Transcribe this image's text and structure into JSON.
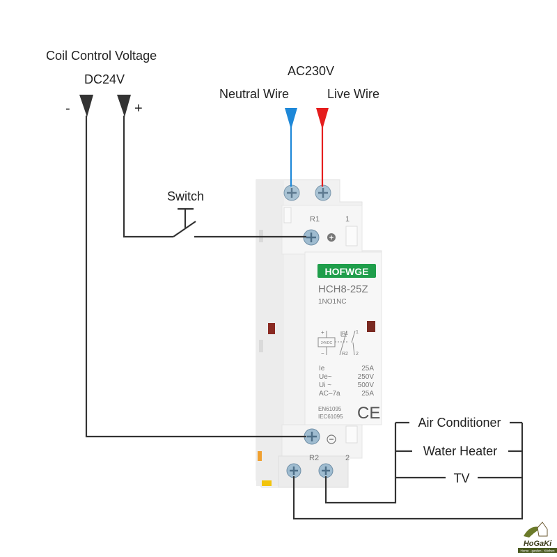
{
  "coil": {
    "title": "Coil Control Voltage",
    "voltage": "DC24V",
    "minus": "-",
    "plus": "+"
  },
  "mains": {
    "voltage": "AC230V",
    "neutral": "Neutral Wire",
    "live": "Live Wire",
    "neutral_color": "#1e88d8",
    "live_color": "#e51d1d"
  },
  "switch_label": "Switch",
  "device": {
    "brand": "HOFWGE",
    "brand_color": "#1f9e4b",
    "model": "HCH8-25Z",
    "contacts": "1NO1NC",
    "terminal_r1": "R1",
    "terminal_1": "1",
    "terminal_r2": "R2",
    "terminal_2": "2",
    "coil_box": "24VDC",
    "schematic_plus": "+",
    "schematic_minus": "−",
    "schematic_r1": "R1",
    "schematic_r2": "R2",
    "schematic_1": "1",
    "schematic_2": "2",
    "specs": [
      {
        "key": "Ie",
        "value": "25A"
      },
      {
        "key": "Ue~",
        "value": "250V"
      },
      {
        "key": "Ui ~",
        "value": "500V"
      },
      {
        "key": "AC–7a",
        "value": "25A"
      }
    ],
    "standards": [
      "EN61095",
      "IEC61095"
    ],
    "ce_mark": "CE"
  },
  "loads": [
    "Air Conditioner",
    "Water Heater",
    "TV"
  ],
  "logo": {
    "name": "HoGaKi",
    "tagline": "Home - garden - Kitchen"
  }
}
